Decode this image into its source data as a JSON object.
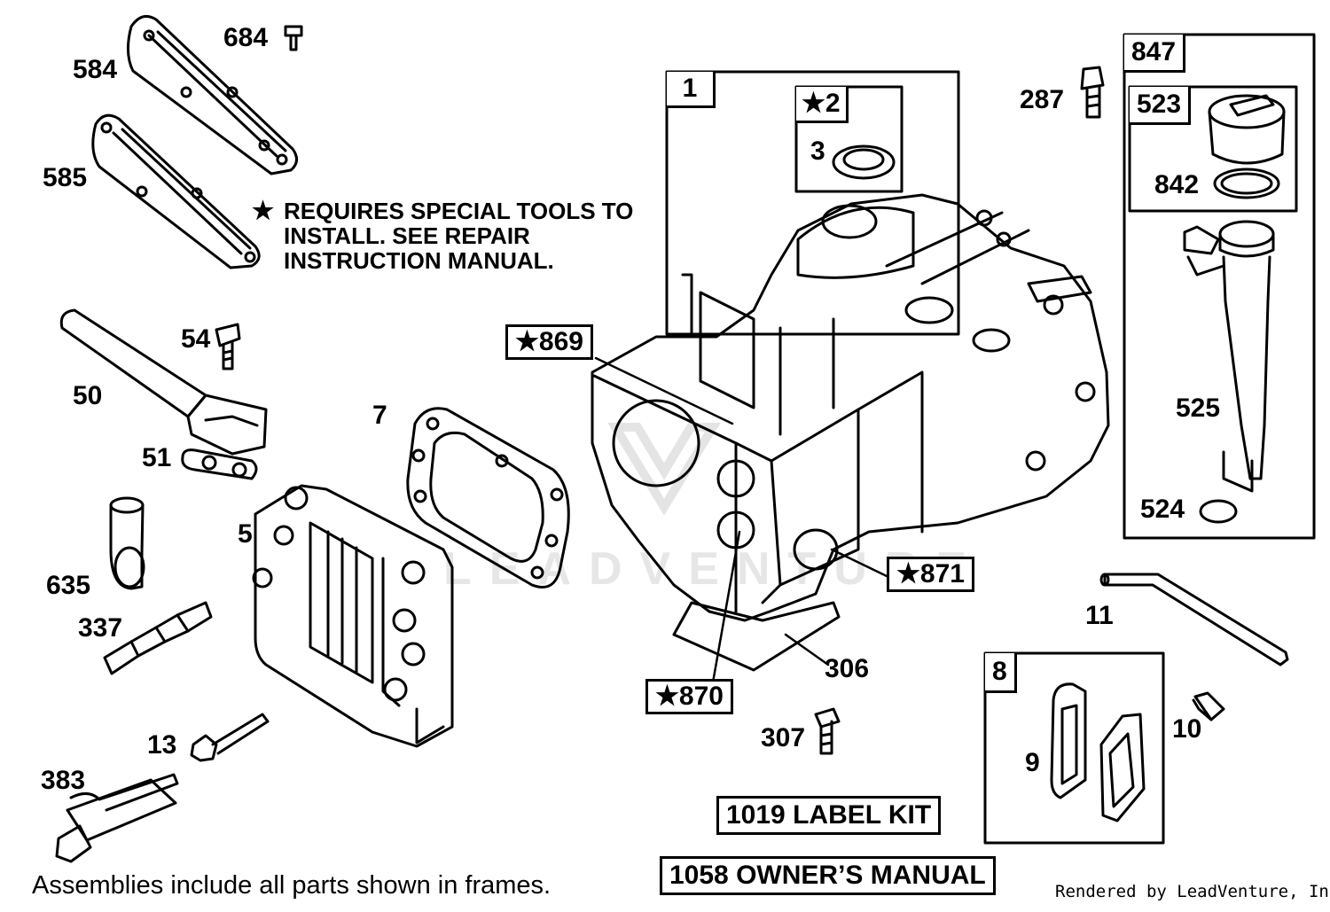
{
  "callouts": [
    {
      "id": "584",
      "text": "584"
    },
    {
      "id": "684",
      "text": "684"
    },
    {
      "id": "585",
      "text": "585"
    },
    {
      "id": "54",
      "text": "54"
    },
    {
      "id": "50",
      "text": "50"
    },
    {
      "id": "51",
      "text": "51"
    },
    {
      "id": "7",
      "text": "7"
    },
    {
      "id": "5",
      "text": "5"
    },
    {
      "id": "635",
      "text": "635"
    },
    {
      "id": "337",
      "text": "337"
    },
    {
      "id": "13",
      "text": "13"
    },
    {
      "id": "383",
      "text": "383"
    },
    {
      "id": "287",
      "text": "287"
    },
    {
      "id": "3",
      "text": "3"
    },
    {
      "id": "842",
      "text": "842"
    },
    {
      "id": "525",
      "text": "525"
    },
    {
      "id": "524",
      "text": "524"
    },
    {
      "id": "11",
      "text": "11"
    },
    {
      "id": "306",
      "text": "306"
    },
    {
      "id": "307",
      "text": "307"
    },
    {
      "id": "10",
      "text": "10"
    },
    {
      "id": "9",
      "text": "9"
    }
  ],
  "framed_callouts": [
    {
      "id": "1",
      "text": "1"
    },
    {
      "id": "2",
      "text": "★2"
    },
    {
      "id": "847",
      "text": "847"
    },
    {
      "id": "523",
      "text": "523"
    },
    {
      "id": "869",
      "text": "★869"
    },
    {
      "id": "871",
      "text": "★871"
    },
    {
      "id": "870",
      "text": "★870"
    },
    {
      "id": "8",
      "text": "8"
    }
  ],
  "note": {
    "star": "★",
    "text": "REQUIRES SPECIAL TOOLS TO INSTALL.  SEE REPAIR INSTRUCTION MANUAL."
  },
  "kits": {
    "label_kit": "1019 LABEL KIT",
    "owners_manual": "1058 OWNER’S MANUAL"
  },
  "footer": "Assemblies include all parts shown in frames.",
  "credit": "Rendered by LeadVenture, Inc.",
  "watermark": "LEADVENTURE"
}
